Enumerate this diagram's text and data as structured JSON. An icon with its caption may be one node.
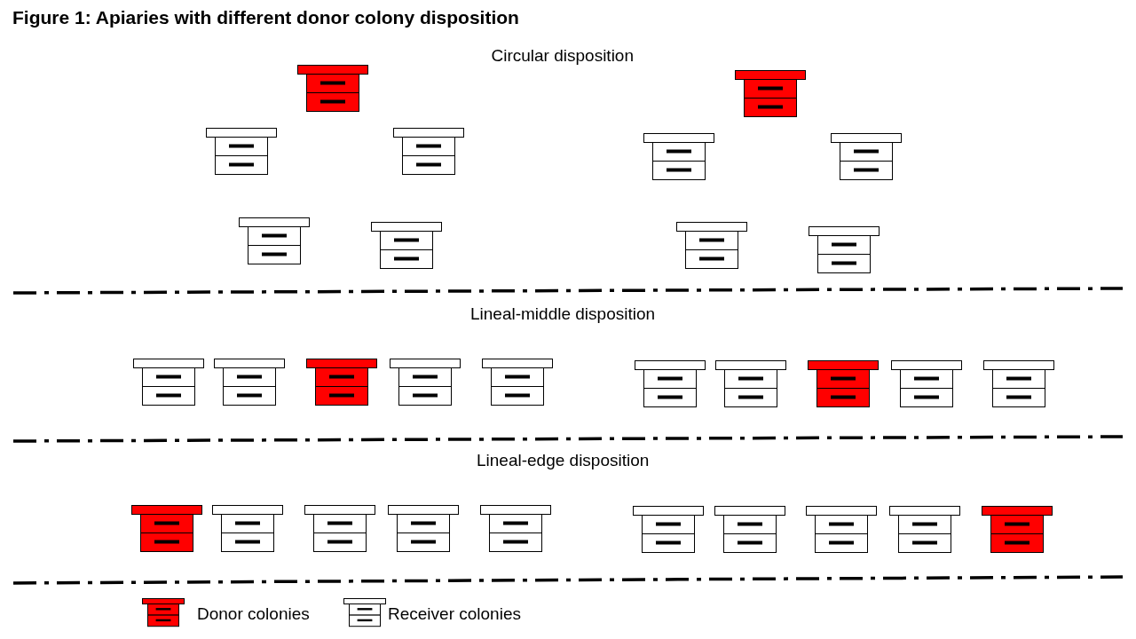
{
  "diagram": {
    "title": "Figure 1: Apiaries with different donor colony disposition",
    "labels": [
      "Circular disposition",
      "Lineal-middle disposition",
      "Lineal-edge disposition"
    ],
    "legend": [
      {
        "text": "Donor colonies"
      },
      {
        "text": "Receiver colonies"
      }
    ]
  }
}
